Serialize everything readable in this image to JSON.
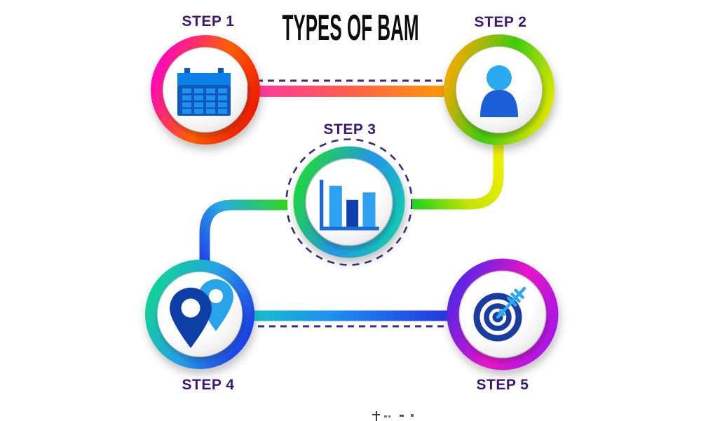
{
  "title": "TYPES OF BAM",
  "steps": [
    {
      "label": "STEP 1",
      "icon": "calendar"
    },
    {
      "label": "STEP 2",
      "icon": "person"
    },
    {
      "label": "STEP 3",
      "icon": "bar-chart"
    },
    {
      "label": "STEP 4",
      "icon": "location-pins"
    },
    {
      "label": "STEP 5",
      "icon": "target"
    }
  ],
  "colors": {
    "title_text": "#0D0D0D",
    "step_label_text": "#3B1876",
    "dashed_line": "#3D2884",
    "ring_step1": {
      "start": "#FF00CC",
      "mid": "#FF6000",
      "end": "#EE1500"
    },
    "ring_step2": {
      "start": "#FFA800",
      "mid": "#3FCC11",
      "end": "#E8E800"
    },
    "ring_step3": {
      "start": "#1EDD2E",
      "mid": "#2596E6",
      "end": "#13CDB2"
    },
    "ring_step4": {
      "start": "#0CD98E",
      "mid": "#27A0E6",
      "end": "#1D35E8"
    },
    "ring_step5": {
      "start": "#4428E8",
      "mid": "#E714C8",
      "end": "#A418E8"
    },
    "connector1": {
      "start": "#FF35A8",
      "mid": "#FF5A55",
      "end": "#FF9E00"
    },
    "connector2": {
      "start": "#F0F000",
      "mid": "#C8E400",
      "end": "#2BD41C"
    },
    "connector3": {
      "start": "#2FD816",
      "mid": "#26ACE2",
      "end": "#2247EA"
    },
    "connector4": {
      "start": "#14C4C6",
      "mid": "#1F8FF0",
      "end": "#2430DE"
    },
    "icon_azure": "#0B80E8",
    "icon_blue_dark": "#1157C2",
    "icon_cell_blue": "#1E93EE",
    "icon_sky": "#2AAAF0",
    "icon_royal": "#1A5FD6",
    "icon_axis_blue": "#1C6BD4",
    "icon_bar_light": "#2FA1F2",
    "icon_bar_dark": "#0E3FAF",
    "icon_pin_light": "#29A3EA",
    "icon_pin_dark": "#0D3FA6",
    "icon_target_navy": "#1A3C9E",
    "icon_arrow_cyan": "#2FA6F0"
  }
}
